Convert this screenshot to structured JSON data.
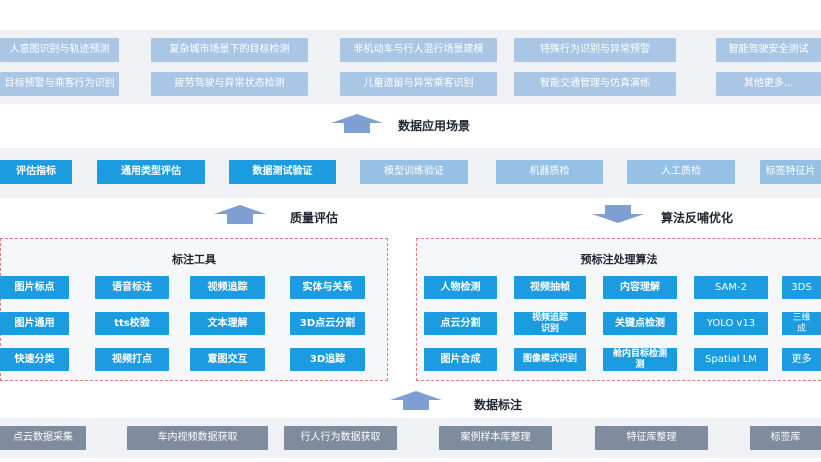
{
  "scenes": {
    "row1": [
      "人意图识别与轨迹预测",
      "复杂城市场景下的目标检测",
      "非机动车与行人混行场景建模",
      "特殊行为识别与异常预警",
      "智能驾驶安全测试"
    ],
    "row2": [
      "目标预警与乘客行为识别",
      "疲劳驾驶与异常状态检测",
      "儿童遗留与异常乘客识别",
      "智能交通管理与仿真演练",
      "其他更多..."
    ],
    "label": "数据应用场景"
  },
  "quality_row": [
    "评估指标",
    "通用类型评估",
    "数据测试验证",
    "模型训练验证",
    "机器质检",
    "人工质检",
    "标签特征片"
  ],
  "quality_label": "质量评估",
  "feedback_label": "算法反哺优化",
  "annotation_tools": {
    "title": "标注工具",
    "items": [
      [
        "图片标点",
        "语音标注",
        "视频追踪",
        "实体与关系"
      ],
      [
        "图片通用",
        "tts校验",
        "文本理解",
        "3D点云分割"
      ],
      [
        "快速分类",
        "视频打点",
        "意图交互",
        "3D追踪"
      ]
    ]
  },
  "pre_annotation": {
    "title": "预标注处理算法",
    "items": [
      [
        "人物检测",
        "视频抽帧",
        "内容理解",
        "SAM-2",
        "3DS"
      ],
      [
        "点云分割",
        "视频追踪\n识别",
        "关键点检测",
        "YOLO v13",
        "三维\n成"
      ],
      [
        "图片合成",
        "图像模式识别",
        "舱内目标检测\n测",
        "Spatial LM",
        "更多"
      ]
    ]
  },
  "data_label": "数据标注",
  "bottom_row": [
    "点云数据采集",
    "车内视频数据获取",
    "行人行为数据获取",
    "案例样本库整理",
    "特征库整理",
    "标签库"
  ]
}
